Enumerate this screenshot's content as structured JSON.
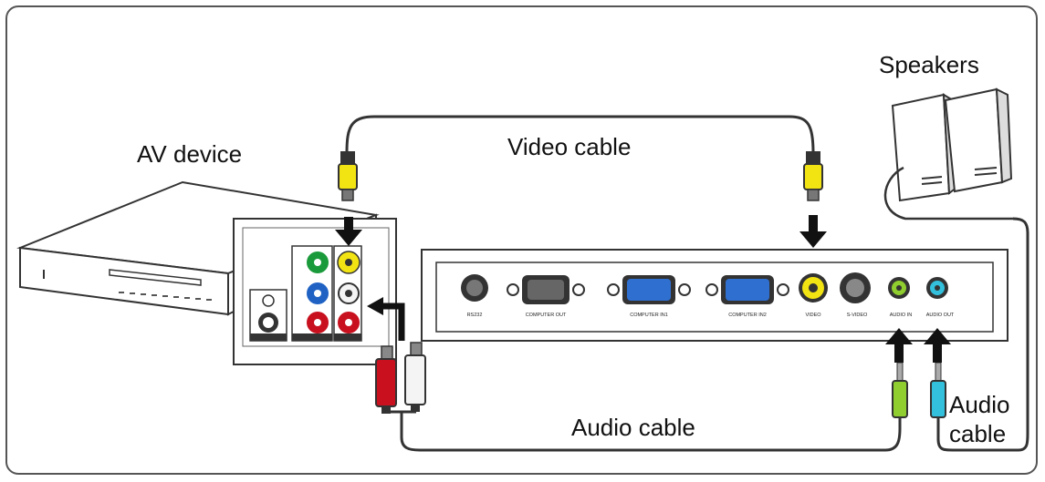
{
  "labels": {
    "av_device": "AV device",
    "video_cable": "Video cable",
    "speakers": "Speakers",
    "audio_cable": "Audio cable",
    "audio_cable_right_line1": "Audio",
    "audio_cable_right_line2": "cable"
  },
  "projector_ports": {
    "rs232": "RS232",
    "computer_out": "COMPUTER OUT",
    "computer_in1": "COMPUTER IN1",
    "computer_in2": "COMPUTER IN2",
    "video": "VIDEO",
    "s_video": "S-VIDEO",
    "audio_in": "AUDIO IN",
    "audio_out": "AUDIO OUT"
  },
  "colors": {
    "video_plug": "#f2e313",
    "audio_red": "#c8101e",
    "audio_white": "#f4f4f4",
    "audio_in_plug": "#8fce2e",
    "audio_out_plug": "#32c0dc",
    "component_green": "#1a9a3a",
    "component_blue": "#1f62c4",
    "component_red": "#c8101e",
    "vga_blue": "#2f6fd0"
  }
}
